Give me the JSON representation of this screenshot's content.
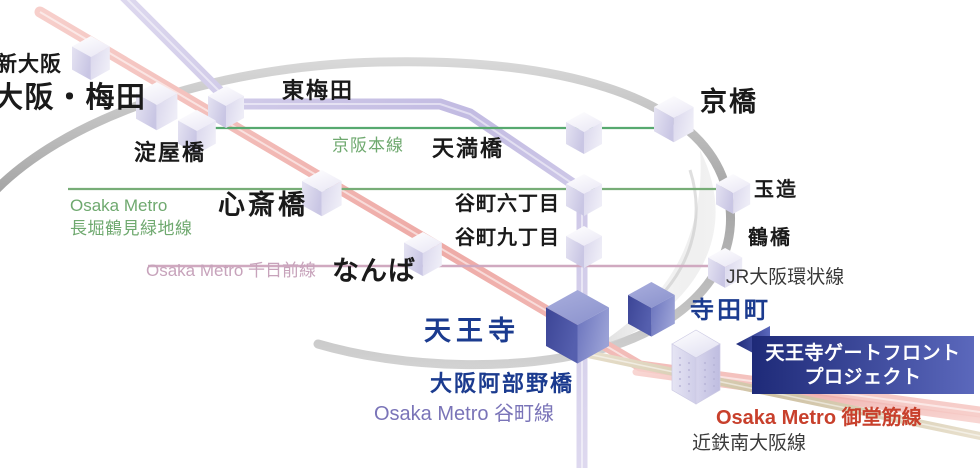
{
  "diagram": {
    "title": "天王寺ゲートフロントプロジェクト 路線図",
    "background": "#ffffff"
  },
  "stations": [
    {
      "id": "shin-osaka",
      "label": "新大阪",
      "style": "small-black"
    },
    {
      "id": "osaka-umeda",
      "label": "大阪・梅田",
      "style": "large-black"
    },
    {
      "id": "higashi-umeda",
      "label": "東梅田",
      "style": "small-black"
    },
    {
      "id": "yodoyabashi",
      "label": "淀屋橋",
      "style": "small-black"
    },
    {
      "id": "kyobashi",
      "label": "京橋",
      "style": "large-black"
    },
    {
      "id": "tenmabashi",
      "label": "天満橋",
      "style": "small-black"
    },
    {
      "id": "shinsaibashi",
      "label": "心斎橋",
      "style": "large-black"
    },
    {
      "id": "tanimachi6",
      "label": "谷町六丁目",
      "style": "small-black"
    },
    {
      "id": "tanimachi9",
      "label": "谷町九丁目",
      "style": "small-black"
    },
    {
      "id": "tamatsukuri",
      "label": "玉造",
      "style": "small-black"
    },
    {
      "id": "tsuruhashi",
      "label": "鶴橋",
      "style": "small-black"
    },
    {
      "id": "namba",
      "label": "なんば",
      "style": "large-black"
    },
    {
      "id": "tennoji",
      "label": "天王寺",
      "style": "large-blue"
    },
    {
      "id": "osaka-abenobashi",
      "label": "大阪阿部野橋",
      "style": "mid-blue"
    },
    {
      "id": "teradacho",
      "label": "寺田町",
      "style": "mid-blue"
    }
  ],
  "lines": [
    {
      "id": "midosuji",
      "label": "Osaka Metro 御堂筋線",
      "color": "#c8402c",
      "stroke": "#f2b9b6"
    },
    {
      "id": "tanimachi",
      "label": "Osaka Metro 谷町線",
      "color": "#7a74b8",
      "stroke": "#cfc9e6"
    },
    {
      "id": "nagahori",
      "label": "Osaka Metro 長堀鶴見緑地線",
      "color": "#6fa96f",
      "stroke": "#7fb77f"
    },
    {
      "id": "sennichimae",
      "label": "Osaka Metro 千日前線",
      "color": "#c7a3bb",
      "stroke": "#d8aec5"
    },
    {
      "id": "keihan",
      "label": "京阪本線",
      "color": "#6fa96f",
      "stroke": "#6fb07a"
    },
    {
      "id": "jr-loop",
      "label": "JR大阪環状線",
      "color": "#3a3a3a",
      "stroke": "#b9b9b9"
    },
    {
      "id": "kintetsu-minami",
      "label": "近鉄南大阪線",
      "color": "#3a3a3a",
      "stroke": "#d9cfba"
    }
  ],
  "line_labels": {
    "nagahori_top": "Osaka Metro",
    "nagahori_bottom": "長堀鶴見緑地線",
    "sennichimae": "Osaka Metro 千日前線",
    "keihan": "京阪本線",
    "jr_loop": "JR大阪環状線",
    "tanimachi": "Osaka Metro 谷町線",
    "midosuji": "Osaka Metro 御堂筋線",
    "kintetsu": "近鉄南大阪線"
  },
  "callout": {
    "line1": "天王寺ゲートフロント",
    "line2": "プロジェクト",
    "fill_start": "#1e2a78",
    "fill_end": "#5b68bc",
    "text_color": "#ffffff"
  },
  "icons": {
    "station_cube": "cube-icon",
    "highlight_cube": "dark-cube-icon",
    "tower": "tower-building-icon",
    "callout_pointer": "callout-arrow-icon"
  }
}
